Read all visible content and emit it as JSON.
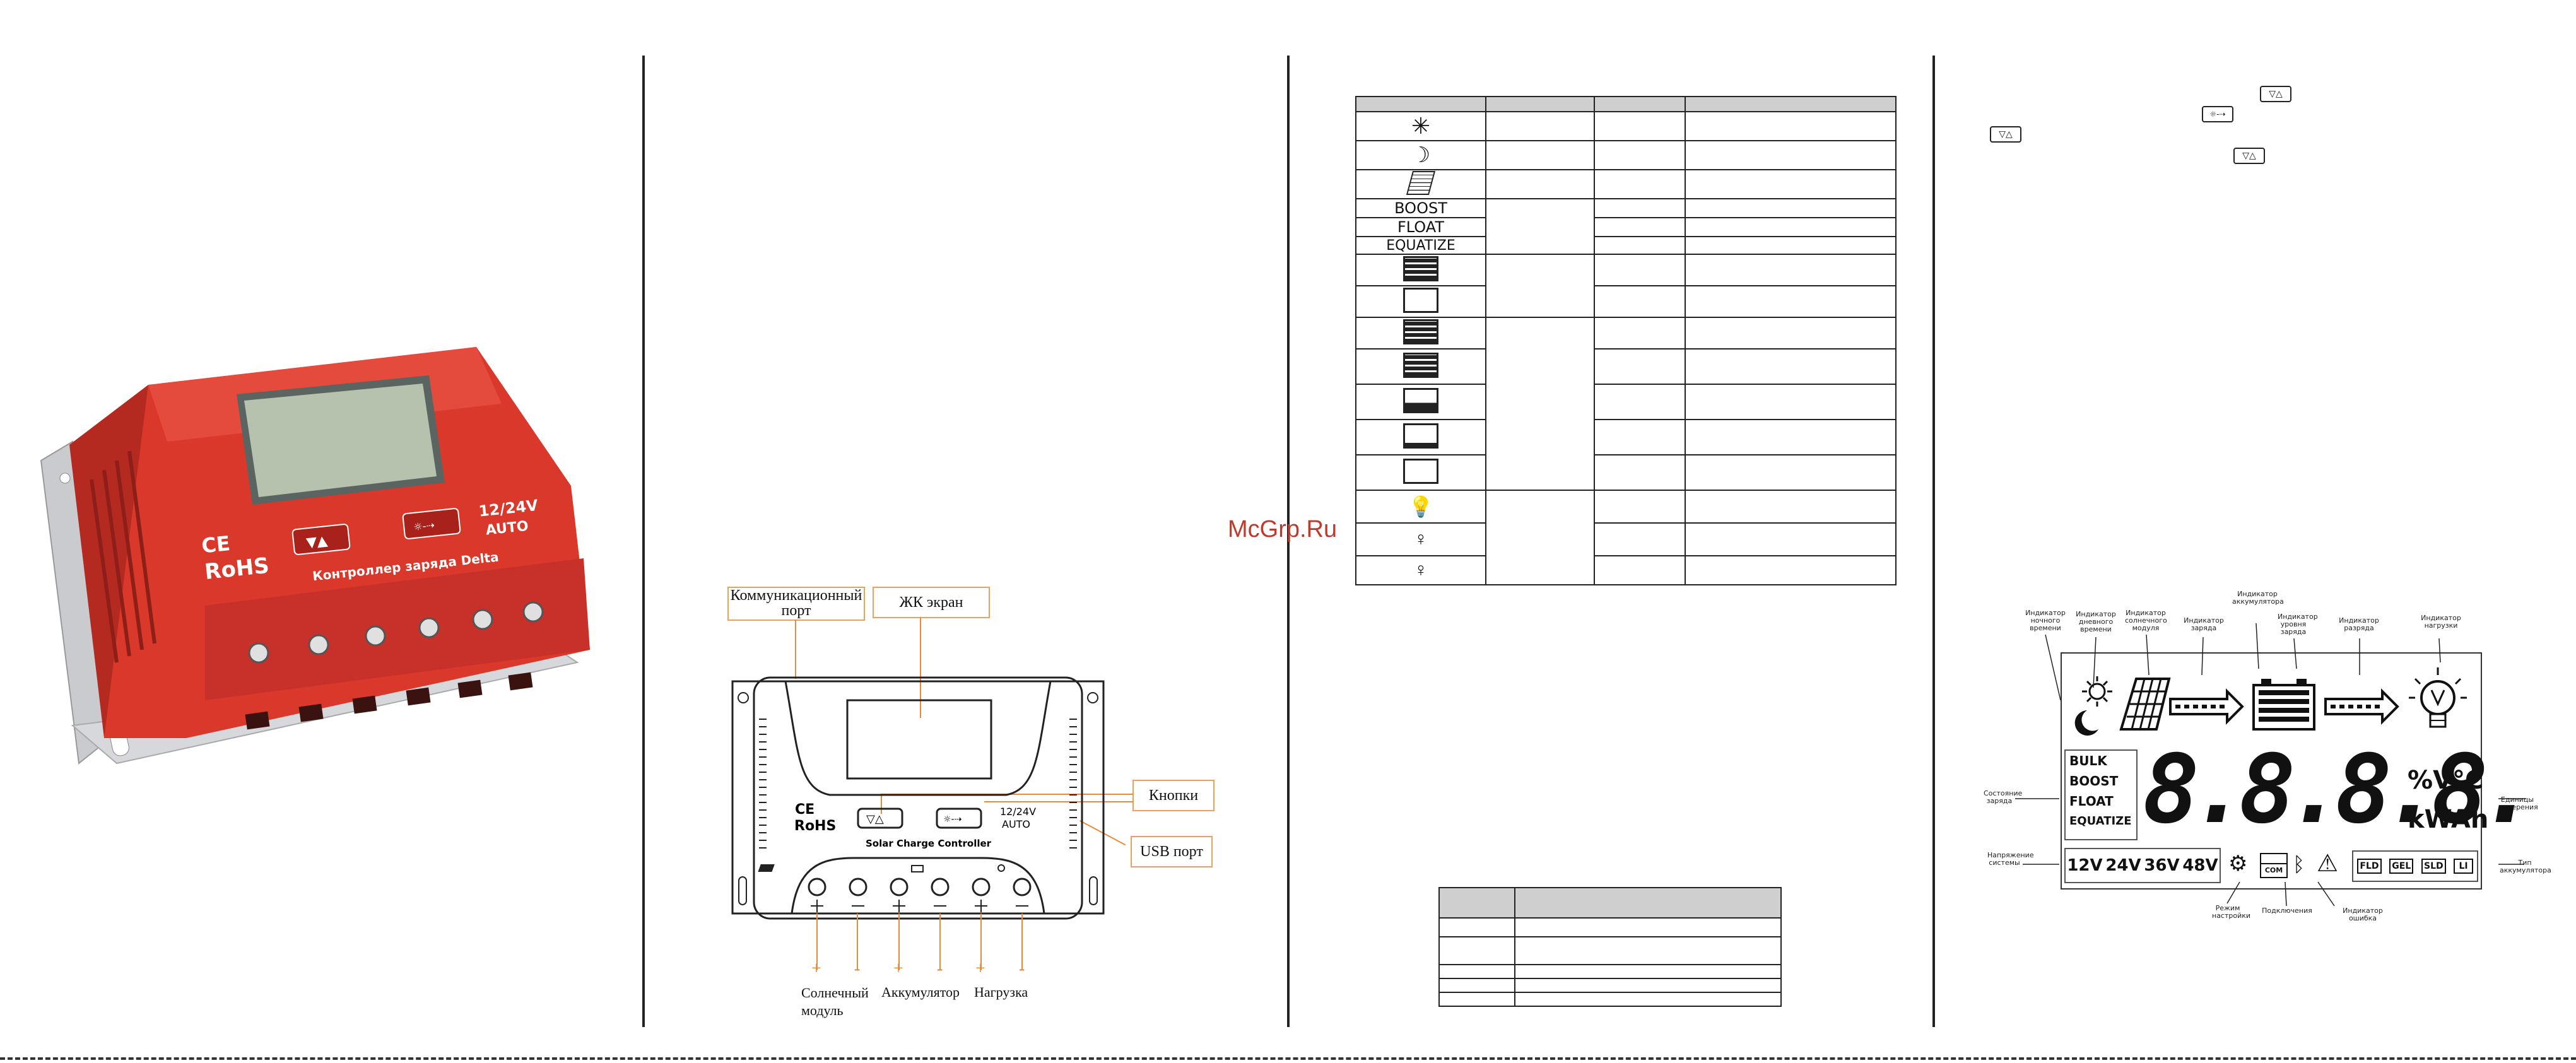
{
  "watermark": "McGrp.Ru",
  "device_photo": {
    "rating_label": "12/24V",
    "mode_label": "AUTO",
    "ce_label": "CE",
    "rohs_label": "RoHS",
    "model_label": "Контроллер заряда Delta",
    "color_body": "#d9382b"
  },
  "diagram": {
    "comm_port": "Коммуникационный порт",
    "lcd_screen": "ЖК экран",
    "buttons": "Кнопки",
    "usb_port": "USB порт",
    "device_title": "Solar Charge Controller",
    "rating_label": "12/24V",
    "mode_label": "AUTO",
    "ce_label": "CE",
    "rohs_label": "RoHS",
    "solar_module": "Солнечный модуль",
    "battery": "Аккумулятор",
    "load": "Нагрузка",
    "plus": "+",
    "minus": "-"
  },
  "icon_table": {
    "rows": [
      {
        "icon": "sun-icon"
      },
      {
        "icon": "moon-icon"
      },
      {
        "icon": "solar-panel-icon"
      },
      {
        "icon": "text",
        "text": "BOOST"
      },
      {
        "icon": "text",
        "text": "FLOAT"
      },
      {
        "icon": "text",
        "text": "EQUATIZE"
      },
      {
        "icon": "battery-full-icon"
      },
      {
        "icon": "battery-empty-icon"
      },
      {
        "icon": "battery-full-icon"
      },
      {
        "icon": "battery-full-icon"
      },
      {
        "icon": "battery-half-icon"
      },
      {
        "icon": "battery-low-icon"
      },
      {
        "icon": "battery-empty-icon"
      },
      {
        "icon": "bulb-on-icon"
      },
      {
        "icon": "bulb-icon"
      },
      {
        "icon": "bulb-icon"
      }
    ]
  },
  "lcd": {
    "labels": {
      "night": "Индикатор ночного времени",
      "day": "Индикатор дневного времени",
      "solar": "Индикатор солнечного модуля",
      "charge": "Индикатор заряда",
      "battery": "Индикатор аккумулятора",
      "charge_level": "Индикатор уровня заряда",
      "discharge": "Индикатор разряда",
      "load": "Индикатор нагрузки",
      "charge_state": "Состояние заряда",
      "units": "Единицы измерения",
      "system_voltage": "Напряжение системы",
      "battery_type": "Тип аккумулятора",
      "setup_mode": "Режим настройки",
      "connection": "Подключения",
      "error": "Индикатор ошибка"
    },
    "states": [
      "BULK",
      "BOOST",
      "FLOAT",
      "EQUATIZE"
    ],
    "digits": "8.8.8.8.",
    "unit_top": "%V°C",
    "unit_bottom": "kWAh",
    "voltages": [
      "12V",
      "24V",
      "36V",
      "48V"
    ],
    "battery_types": [
      "FLD",
      "GEL",
      "SLD",
      "LI"
    ],
    "com_label": "COM"
  }
}
